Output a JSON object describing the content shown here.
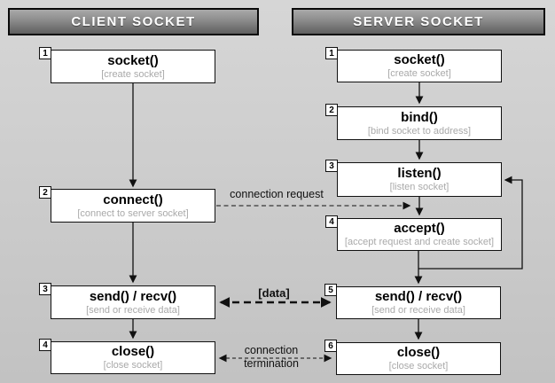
{
  "client": {
    "header": "CLIENT SOCKET",
    "steps": [
      {
        "num": "1",
        "title": "socket()",
        "subtitle": "[create socket]"
      },
      {
        "num": "2",
        "title": "connect()",
        "subtitle": "[connect to server socket]"
      },
      {
        "num": "3",
        "title": "send() / recv()",
        "subtitle": "[send or receive data]"
      },
      {
        "num": "4",
        "title": "close()",
        "subtitle": "[close socket]"
      }
    ]
  },
  "server": {
    "header": "SERVER SOCKET",
    "steps": [
      {
        "num": "1",
        "title": "socket()",
        "subtitle": "[create socket]"
      },
      {
        "num": "2",
        "title": "bind()",
        "subtitle": "[bind socket to address]"
      },
      {
        "num": "3",
        "title": "listen()",
        "subtitle": "[listen socket]"
      },
      {
        "num": "4",
        "title": "accept()",
        "subtitle": "[accept request and create socket]"
      },
      {
        "num": "5",
        "title": "send() / recv()",
        "subtitle": "[send or receive data]"
      },
      {
        "num": "6",
        "title": "close()",
        "subtitle": "[close socket]"
      }
    ]
  },
  "connections": {
    "request_label": "connection request",
    "data_label": "[data]",
    "termination_label_line1": "connection",
    "termination_label_line2": "termination"
  },
  "colors": {
    "background": "#cbcbcb",
    "header_fill_top": "#a9a9a9",
    "header_fill_bottom": "#5e5e5e",
    "header_text": "#ffffff",
    "box_fill": "#ffffff",
    "box_border": "#111111",
    "subtitle_text": "#a9a9a9",
    "line": "#111111"
  }
}
